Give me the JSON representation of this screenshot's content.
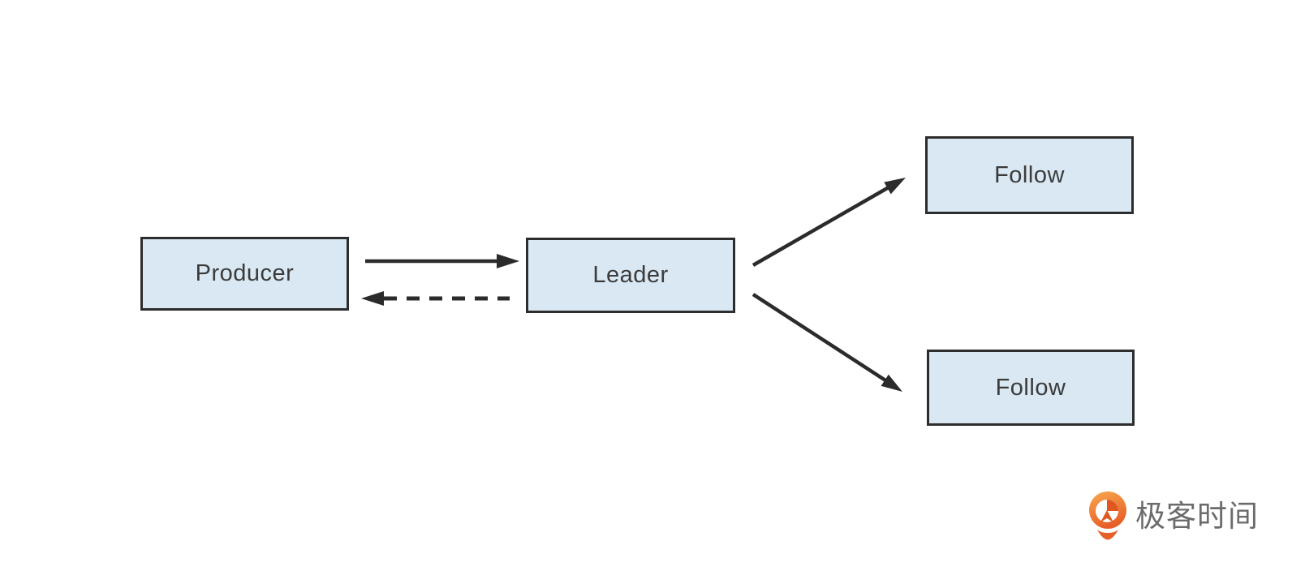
{
  "diagram": {
    "nodes": [
      {
        "id": "producer",
        "label": "Producer"
      },
      {
        "id": "leader",
        "label": "Leader"
      },
      {
        "id": "follow_top",
        "label": "Follow"
      },
      {
        "id": "follow_bottom",
        "label": "Follow"
      }
    ],
    "edges": [
      {
        "from": "producer",
        "to": "leader",
        "style": "solid",
        "direction": "right"
      },
      {
        "from": "leader",
        "to": "producer",
        "style": "dashed",
        "direction": "left"
      },
      {
        "from": "leader",
        "to": "follow_top",
        "style": "solid",
        "direction": "up-right"
      },
      {
        "from": "leader",
        "to": "follow_bottom",
        "style": "solid",
        "direction": "down-right"
      }
    ],
    "colors": {
      "node_fill": "#d9e8f2",
      "node_border": "#2d2d2d",
      "node_text": "#3b3b3b",
      "arrow": "#2b2b2b"
    }
  },
  "branding": {
    "logo_text": "极客时间",
    "logo_text_color": "#6b6b6b",
    "logo_icon": "geektime-orange-pin-icon",
    "logo_orange_light": "#F8A94E",
    "logo_orange_dark": "#E75F28"
  }
}
